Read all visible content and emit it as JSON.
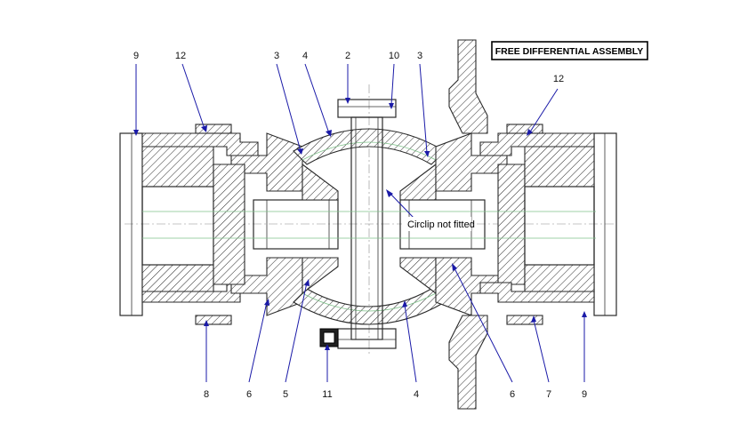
{
  "title": "FREE DIFFERENTIAL ASSEMBLY",
  "note": "Circlip not fitted",
  "labels_top": [
    {
      "id": "top-9",
      "text": "9"
    },
    {
      "id": "top-12a",
      "text": "12"
    },
    {
      "id": "top-3a",
      "text": "3"
    },
    {
      "id": "top-4",
      "text": "4"
    },
    {
      "id": "top-2",
      "text": "2"
    },
    {
      "id": "top-10",
      "text": "10"
    },
    {
      "id": "top-3b",
      "text": "3"
    },
    {
      "id": "top-12b",
      "text": "12"
    }
  ],
  "labels_bottom": [
    {
      "id": "bot-8",
      "text": "8"
    },
    {
      "id": "bot-6a",
      "text": "6"
    },
    {
      "id": "bot-5",
      "text": "5"
    },
    {
      "id": "bot-11",
      "text": "11"
    },
    {
      "id": "bot-4",
      "text": "4"
    },
    {
      "id": "bot-6b",
      "text": "6"
    },
    {
      "id": "bot-7",
      "text": "7"
    },
    {
      "id": "bot-9",
      "text": "9"
    }
  ],
  "colors": {
    "leader": "#1a1aa8",
    "hatch": "#2a2a2a",
    "construction": "#7fc28a"
  }
}
